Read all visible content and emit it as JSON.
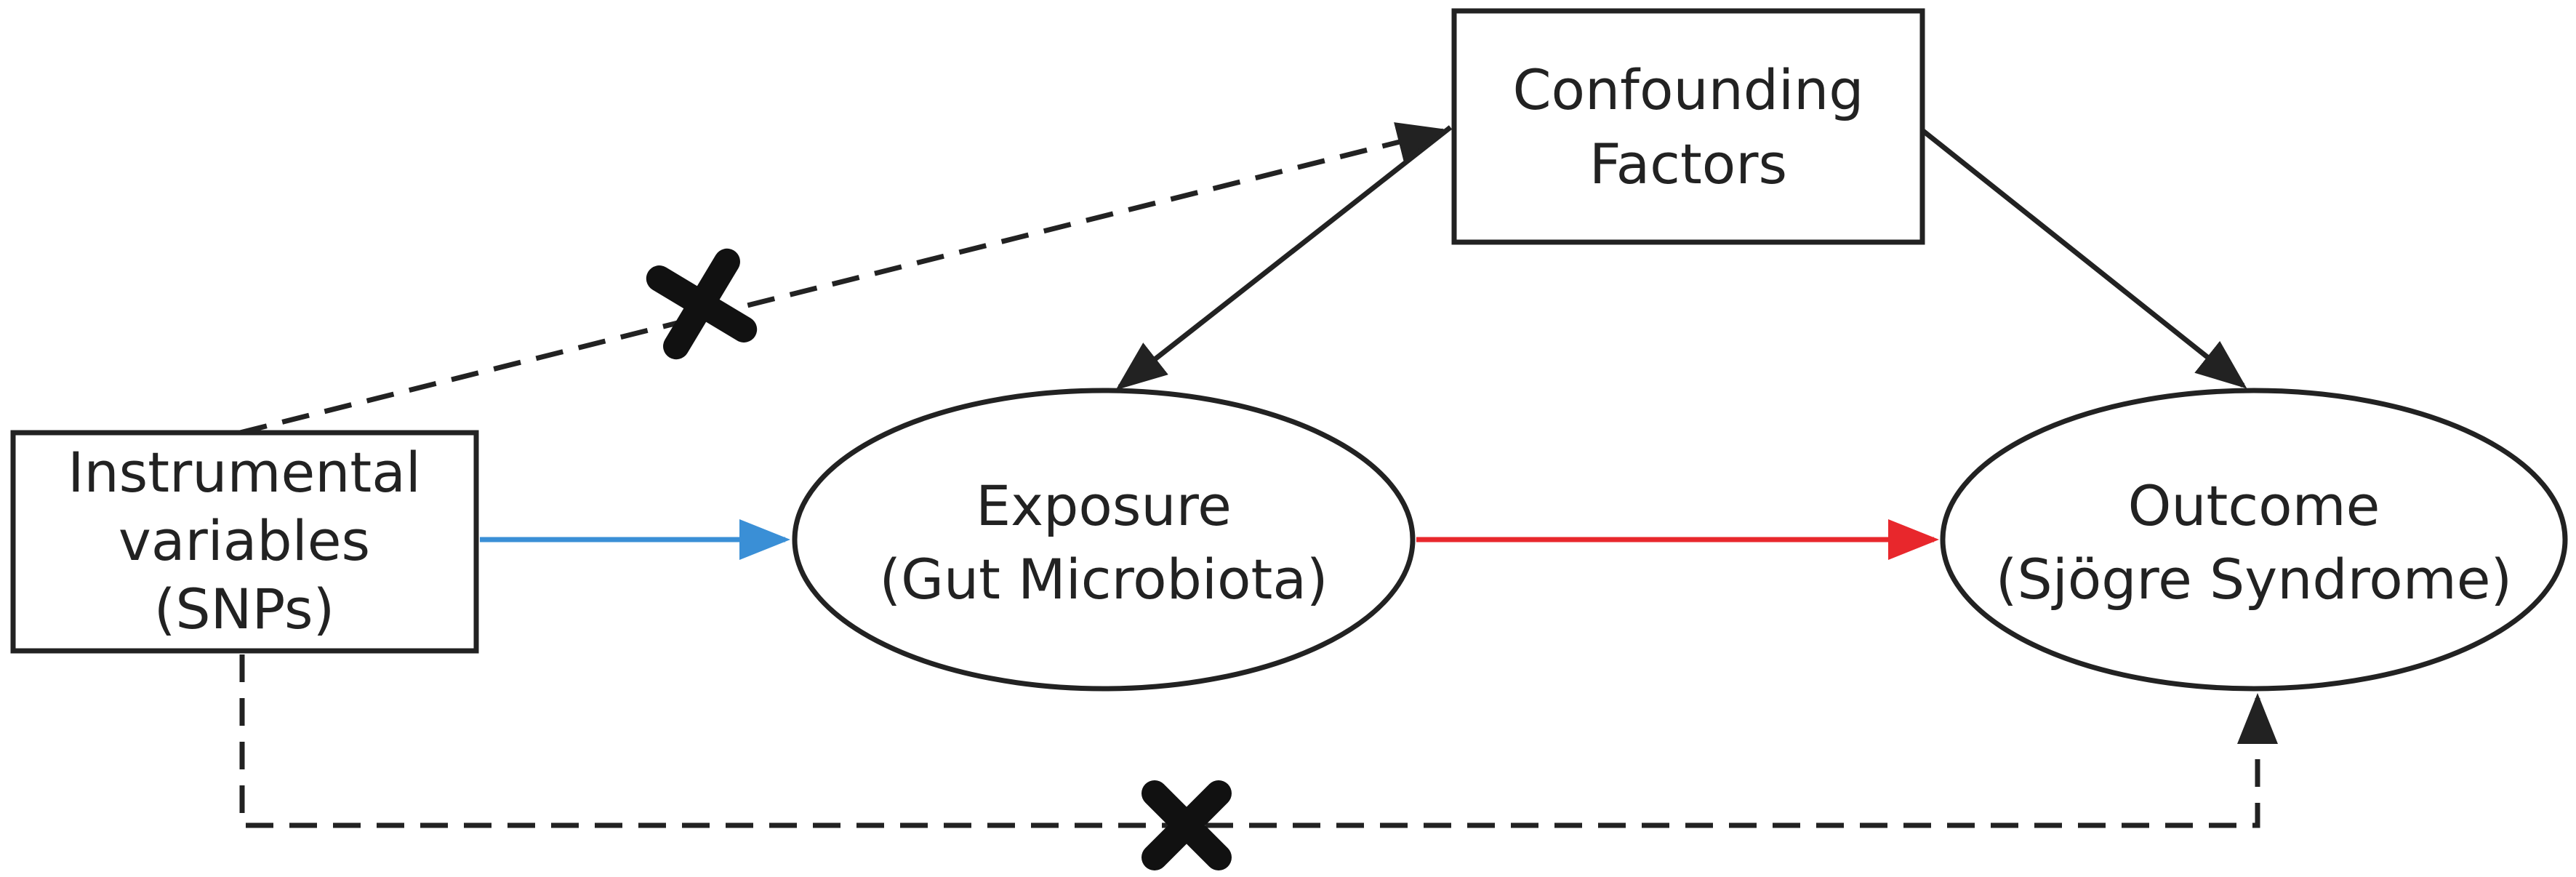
{
  "nodes": {
    "instrumental": {
      "line1": "Instrumental",
      "line2": "variables",
      "line3": "(SNPs)"
    },
    "confounding": {
      "line1": "Confounding",
      "line2": "Factors"
    },
    "exposure": {
      "line1": "Exposure",
      "line2": "(Gut Microbiota)"
    },
    "outcome": {
      "line1": "Outcome",
      "line2": "(Sjögre Syndrome)"
    }
  },
  "colors": {
    "line": "#222222",
    "instrument_to_exposure": "#3a8fd6",
    "exposure_to_outcome": "#e8272c",
    "cross": "#111111"
  }
}
